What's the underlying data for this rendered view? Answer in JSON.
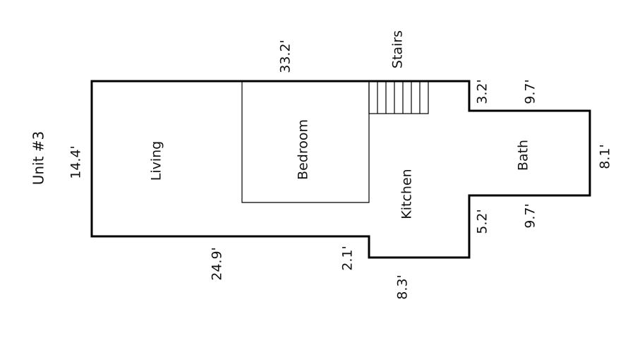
{
  "plan": {
    "title": "Unit #3",
    "rooms": {
      "living": "Living",
      "bedroom": "Bedroom",
      "kitchen": "Kitchen",
      "bath": "Bath",
      "stairs": "Stairs"
    },
    "dimensions": {
      "left_wall": "14.4'",
      "top_wall": "33.2'",
      "bottom_wall": "24.9'",
      "step_down": "2.1'",
      "kitchen_bottom": "8.3'",
      "bath_upper_offset": "3.2'",
      "bath_top": "9.7'",
      "bath_right": "8.1'",
      "bath_lower_offset": "5.2'",
      "bath_bottom": "9.7'"
    },
    "colors": {
      "background": "#ffffff",
      "line": "#000000"
    }
  }
}
